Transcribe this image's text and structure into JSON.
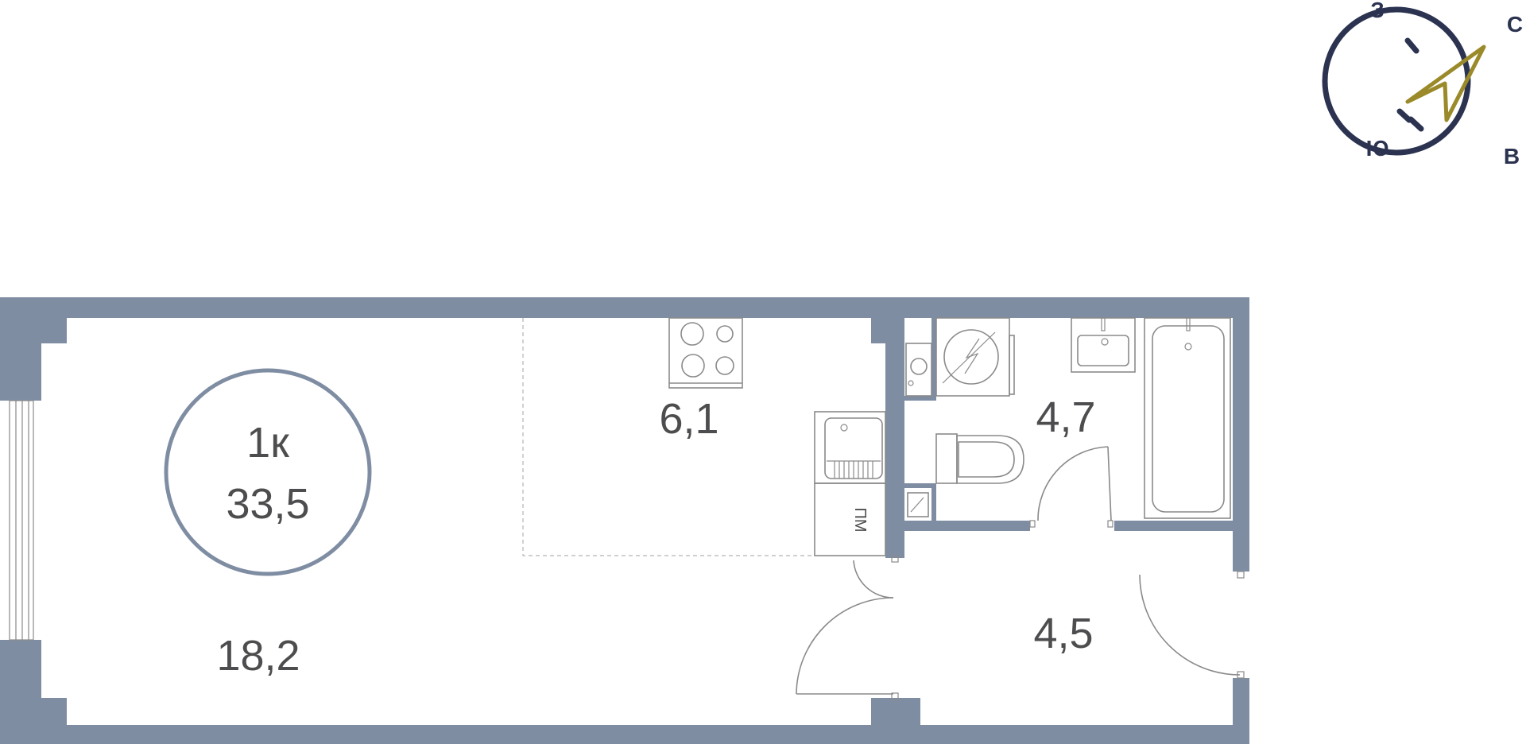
{
  "compass": {
    "west": "З",
    "north": "С",
    "south": "Ю",
    "east": "В",
    "ring_color": "#2b3350",
    "arrow_color": "#9a8a2a"
  },
  "plan": {
    "wall_color": "#7f8da3",
    "summary": {
      "rooms": "1к",
      "total_area": "33,5"
    },
    "rooms": [
      {
        "name": "living-room",
        "area": "18,2"
      },
      {
        "name": "kitchen",
        "area": "6,1"
      },
      {
        "name": "bathroom",
        "area": "4,7"
      },
      {
        "name": "hallway",
        "area": "4,5"
      }
    ],
    "appliance_label": "ПМ"
  }
}
